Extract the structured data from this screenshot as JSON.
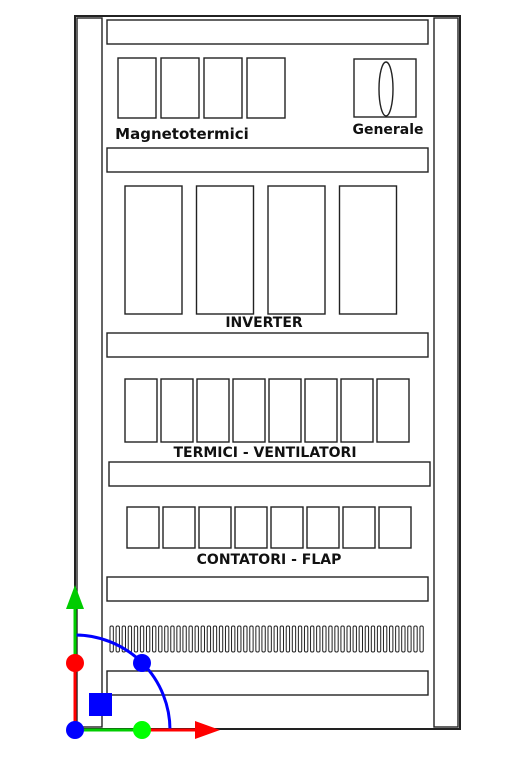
{
  "labels": {
    "magnetotermici": "Magnetotermici",
    "generale": "Generale",
    "inverter": "INVERTER",
    "termici": "TERMICI - VENTILATORI",
    "contatori": "CONTATORI - FLAP"
  },
  "components": {
    "magnetotermici_count": 4,
    "inverter_count": 4,
    "termici_count": 8,
    "contatori_count": 8,
    "vent_slot_count": 52
  },
  "gizmo": {
    "x_axis_color": "#ff0000",
    "y_axis_color": "#00cc00",
    "arc_color": "#0000ff",
    "x_handle_color": "#00ff00",
    "y_handle_color": "#ff0000",
    "origin_color": "#0000ff"
  },
  "line_color": "#222222"
}
